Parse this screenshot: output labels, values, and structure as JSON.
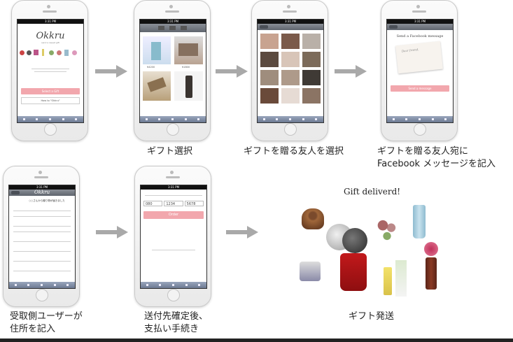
{
  "steps": [
    {
      "caption": [
        "ギフト選択"
      ]
    },
    {
      "caption": [
        "ギフトを贈る友人を選択"
      ]
    },
    {
      "caption": [
        "ギフトを贈る友人宛に",
        "Facebook メッセージを記入"
      ]
    },
    {
      "caption": [
        "受取側ユーザーが",
        "住所を記入"
      ]
    },
    {
      "caption": [
        "送付先確定後、",
        "支払い手続き"
      ]
    },
    {
      "caption": [
        "ギフト発送"
      ]
    }
  ],
  "screens": {
    "time": "3:31 PM",
    "top_page": {
      "logo": "Okkru",
      "tagline": "send a sweet gift",
      "select_button": "Select a Gift",
      "how_button": "How to \"Okkru\""
    },
    "gift_select": {
      "prices": [
        "¥4200",
        "¥1800"
      ]
    },
    "message": {
      "title": "Send a Facebook message",
      "card_text": "Dear friend,",
      "send_button": "Send a message"
    },
    "address": {
      "logo": "Okkru",
      "heading": "○○さんから贈り物が届きました"
    },
    "payment": {
      "phone_parts": [
        "080",
        "1234",
        "5678"
      ],
      "order_button": "Order"
    }
  },
  "delivered": {
    "title": "Gift deliverd!"
  },
  "colors": {
    "accent_pink": "#f2a7ad",
    "arrow_gray": "#a9a9a9",
    "nav_gray": "#6d737b"
  }
}
